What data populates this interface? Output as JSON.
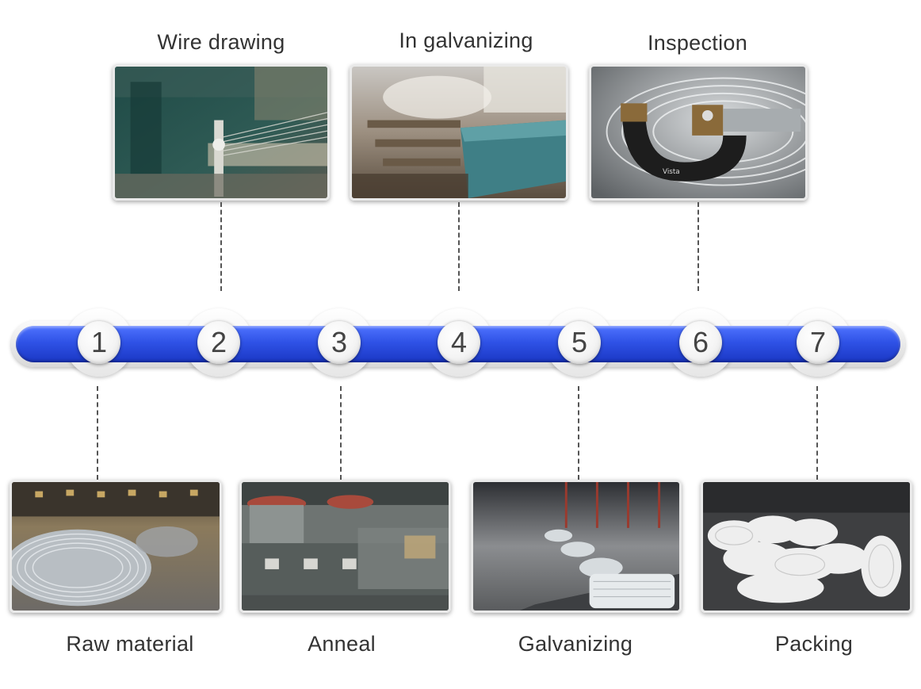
{
  "steps": {
    "top": [
      {
        "label": "Wire drawing",
        "icon": "wire-drawing-machine-photo"
      },
      {
        "label": "In galvanizing",
        "icon": "galvanizing-line-photo"
      },
      {
        "label": "Inspection",
        "icon": "micrometer-inspection-photo"
      }
    ],
    "bottom": [
      {
        "label": "Raw material",
        "icon": "wire-coil-photo"
      },
      {
        "label": "Anneal",
        "icon": "annealing-furnace-photo"
      },
      {
        "label": "Galvanizing",
        "icon": "galvanized-coils-photo"
      },
      {
        "label": "Packing",
        "icon": "packed-coils-photo"
      }
    ]
  },
  "timeline": {
    "numbers": [
      "1",
      "2",
      "3",
      "4",
      "5",
      "6",
      "7"
    ],
    "colors": {
      "bar": "#2f52e6",
      "node": "#f4f4f4",
      "number": "#444444",
      "connector": "#555555"
    }
  }
}
